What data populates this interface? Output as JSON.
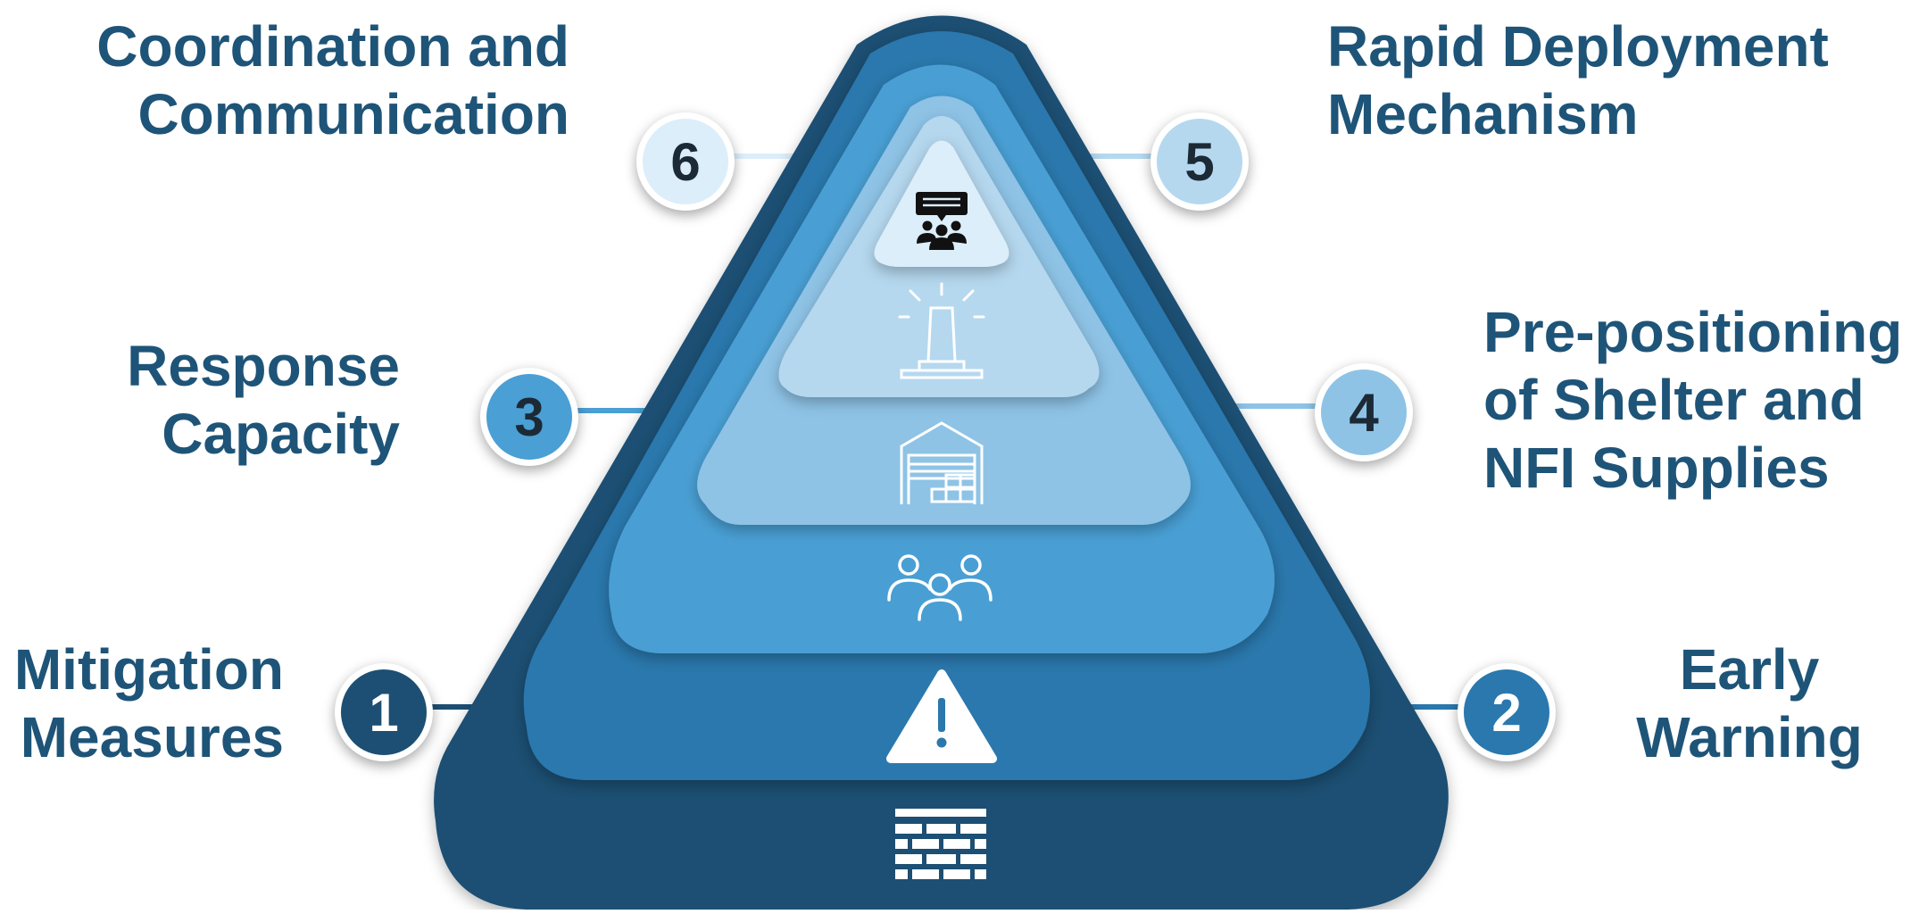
{
  "steps": [
    {
      "number": "1",
      "line1": "Mitigation",
      "line2": "Measures",
      "line3": "",
      "icon": "brick-wall-icon"
    },
    {
      "number": "2",
      "line1": "Early",
      "line2": "Warning",
      "line3": "",
      "icon": "warning-triangle-icon"
    },
    {
      "number": "3",
      "line1": "Response",
      "line2": "Capacity",
      "line3": "",
      "icon": "people-group-icon"
    },
    {
      "number": "4",
      "line1": "Pre-positioning",
      "line2": "of Shelter and",
      "line3": "NFI Supplies",
      "icon": "warehouse-icon"
    },
    {
      "number": "5",
      "line1": "Rapid Deployment",
      "line2": "Mechanism",
      "line3": "",
      "icon": "siren-icon"
    },
    {
      "number": "6",
      "line1": "Coordination and",
      "line2": "Communication",
      "line3": "",
      "icon": "meeting-presentation-icon"
    }
  ],
  "colors": {
    "label_text": "#1e5478",
    "layer1": "#1c4f73",
    "layer2": "#2a78ad",
    "layer3": "#4a9fd4",
    "layer4": "#8ec3e6",
    "layer5": "#b5d8ef",
    "layer6": "#dceefa",
    "badge1": "#1c4f73",
    "badge2": "#2a78ad",
    "badge3": "#4a9fd4",
    "badge4": "#8ec3e6",
    "badge5": "#b5d8ef",
    "badge6": "#dceefa"
  }
}
